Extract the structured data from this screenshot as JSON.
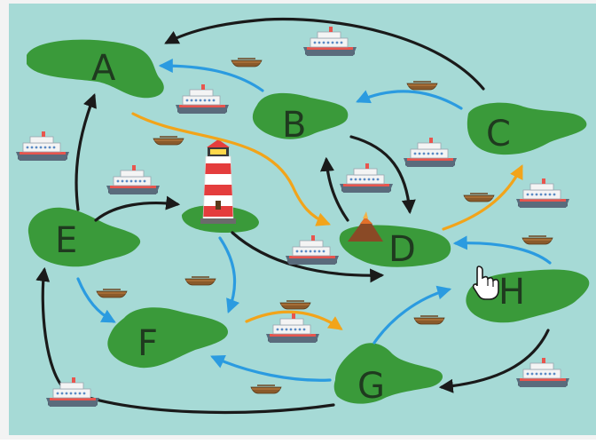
{
  "game": {
    "islands": [
      {
        "id": "A",
        "label": "A"
      },
      {
        "id": "B",
        "label": "B"
      },
      {
        "id": "C",
        "label": "C"
      },
      {
        "id": "D",
        "label": "D"
      },
      {
        "id": "E",
        "label": "E"
      },
      {
        "id": "F",
        "label": "F"
      },
      {
        "id": "G",
        "label": "G"
      },
      {
        "id": "H",
        "label": "H"
      }
    ],
    "routes": {
      "ferry": [
        {
          "from": "C",
          "to": "A"
        },
        {
          "from": "E",
          "to": "A"
        },
        {
          "from": "E",
          "to": "lighthouse"
        },
        {
          "from": "lighthouse",
          "to": "D"
        },
        {
          "from": "B",
          "to": "D"
        },
        {
          "from": "D",
          "to": "B"
        },
        {
          "from": "G",
          "to": "E"
        },
        {
          "from": "H",
          "to": "G"
        }
      ],
      "boat": [
        {
          "from": "B",
          "to": "A"
        },
        {
          "from": "C",
          "to": "B"
        },
        {
          "from": "E",
          "to": "F"
        },
        {
          "from": "lighthouse",
          "to": "F"
        },
        {
          "from": "G",
          "to": "F"
        },
        {
          "from": "G",
          "to": "H"
        },
        {
          "from": "H",
          "to": "D"
        }
      ],
      "orange": [
        {
          "from": "A",
          "to": "D"
        },
        {
          "from": "D",
          "to": "C"
        },
        {
          "from": "F",
          "to": "G"
        }
      ]
    },
    "landmarks": [
      "lighthouse",
      "volcano"
    ],
    "colors": {
      "sea": "#a6dad6",
      "island": "#3a9a3a",
      "ferry_route": "#1a1a1a",
      "boat_route": "#2b9be0",
      "orange_route": "#f2a41a"
    },
    "icons": [
      "ferry-icon",
      "rowboat-icon",
      "hand-cursor-icon"
    ]
  }
}
